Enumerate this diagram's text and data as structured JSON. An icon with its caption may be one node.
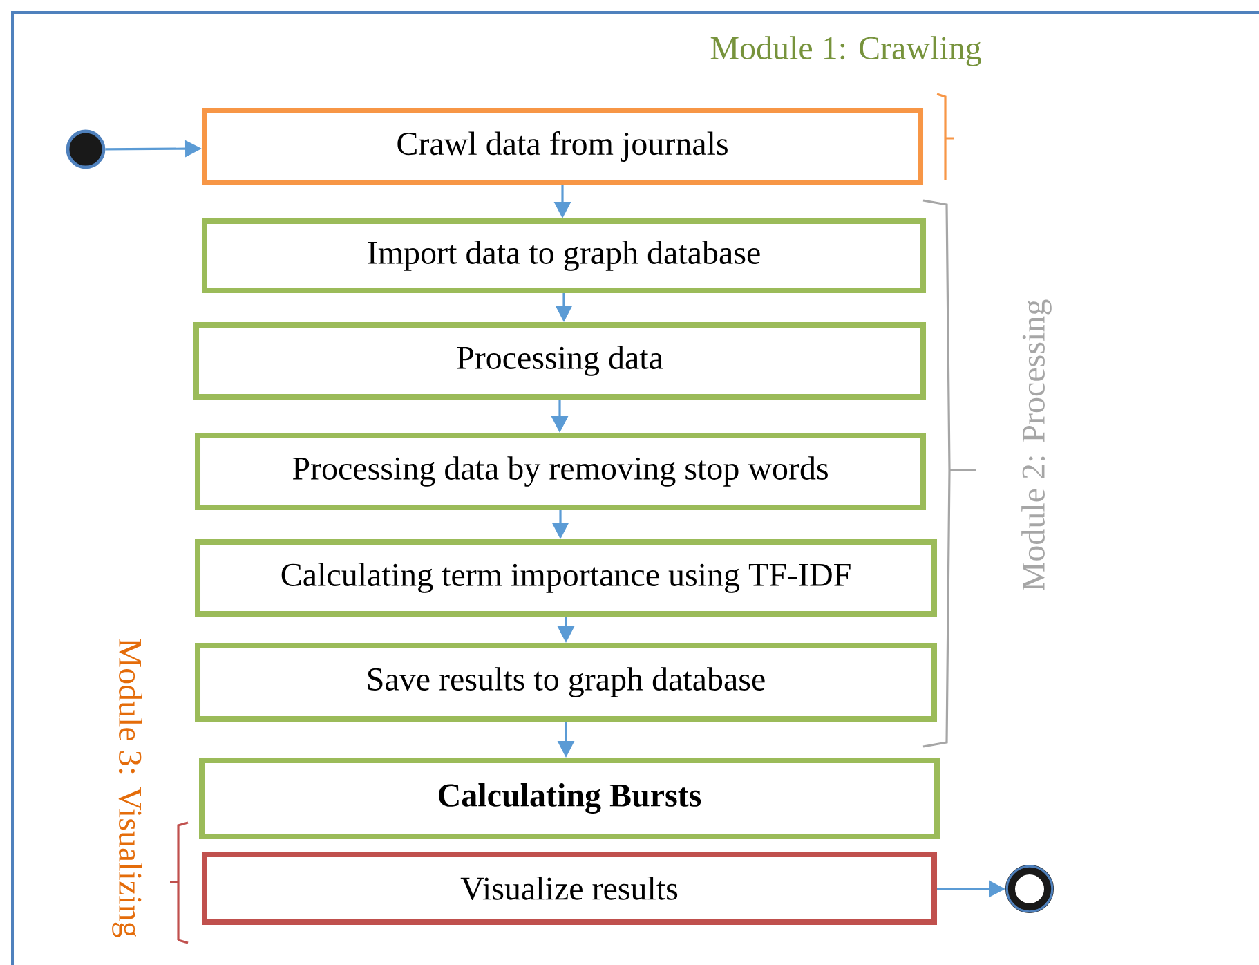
{
  "diagram": {
    "nodes": [
      {
        "text": [],
        "shape": "circle"
      },
      {
        "text": [
          "Crawl data from journals"
        ]
      },
      {
        "text": [
          "Import data to graph database"
        ]
      },
      {
        "text": [
          "Processing data"
        ]
      },
      {
        "text": [
          "Processing data by removing stop words"
        ]
      },
      {
        "text": [
          "Calculating term importance using TF-IDF"
        ]
      },
      {
        "text": [
          "Save results to graph database"
        ]
      },
      {
        "text": [
          "Calculating Bursts"
        ]
      },
      {
        "text": [
          "Visualize results"
        ]
      },
      {
        "text": [],
        "shape": "circle"
      }
    ],
    "edges": [
      {
        "from": 0,
        "to": 1,
        "arrow": "to"
      },
      {
        "from": 1,
        "to": 2,
        "arrow": "to"
      },
      {
        "from": 2,
        "to": 3,
        "arrow": "to"
      },
      {
        "from": 3,
        "to": 4,
        "arrow": "to"
      },
      {
        "from": 4,
        "to": 5,
        "arrow": "to"
      },
      {
        "from": 5,
        "to": 6,
        "arrow": "to"
      },
      {
        "from": 6,
        "to": 7,
        "arrow": "to"
      },
      {
        "from": 8,
        "to": 9,
        "arrow": "to"
      }
    ],
    "labels": [
      "Module 1: Crawling",
      "Module 2: Processing",
      "Module 3: Visualizing"
    ]
  }
}
